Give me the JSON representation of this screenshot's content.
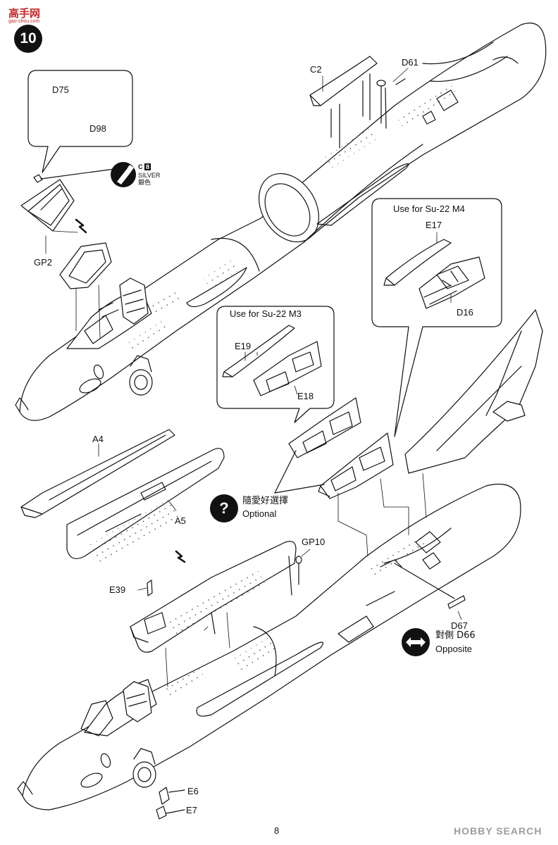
{
  "header": {
    "watermark_site": "高手网",
    "watermark_sub": "gao-shou.com",
    "step_number": "10"
  },
  "paint": {
    "code_letter": "C",
    "code_number": "8",
    "name_en": "SILVER",
    "name_zh": "銀色"
  },
  "callouts": {
    "m4_title": "Use for Su-22 M4",
    "m3_title": "Use for Su-22 M3"
  },
  "optional": {
    "icon": "?",
    "text_zh": "隨愛好選擇",
    "text_en": "Optional"
  },
  "opposite": {
    "icon": "⇔",
    "text_zh": "對側 D66",
    "text_en": "Opposite"
  },
  "parts": {
    "d75": "D75",
    "d98": "D98",
    "gp2": "GP2",
    "c2": "C2",
    "d61": "D61",
    "e17": "E17",
    "d16": "D16",
    "e19": "E19",
    "e18": "E18",
    "a4": "A4",
    "a5": "A5",
    "gp10": "GP10",
    "e39": "E39",
    "d67": "D67",
    "e6": "E6",
    "e7": "E7"
  },
  "footer": {
    "page_number": "8",
    "brand": "HOBBY SEARCH"
  },
  "colors": {
    "line": "#111111",
    "watermark_red": "#c62828",
    "brand_gray": "#9e9e9e"
  }
}
